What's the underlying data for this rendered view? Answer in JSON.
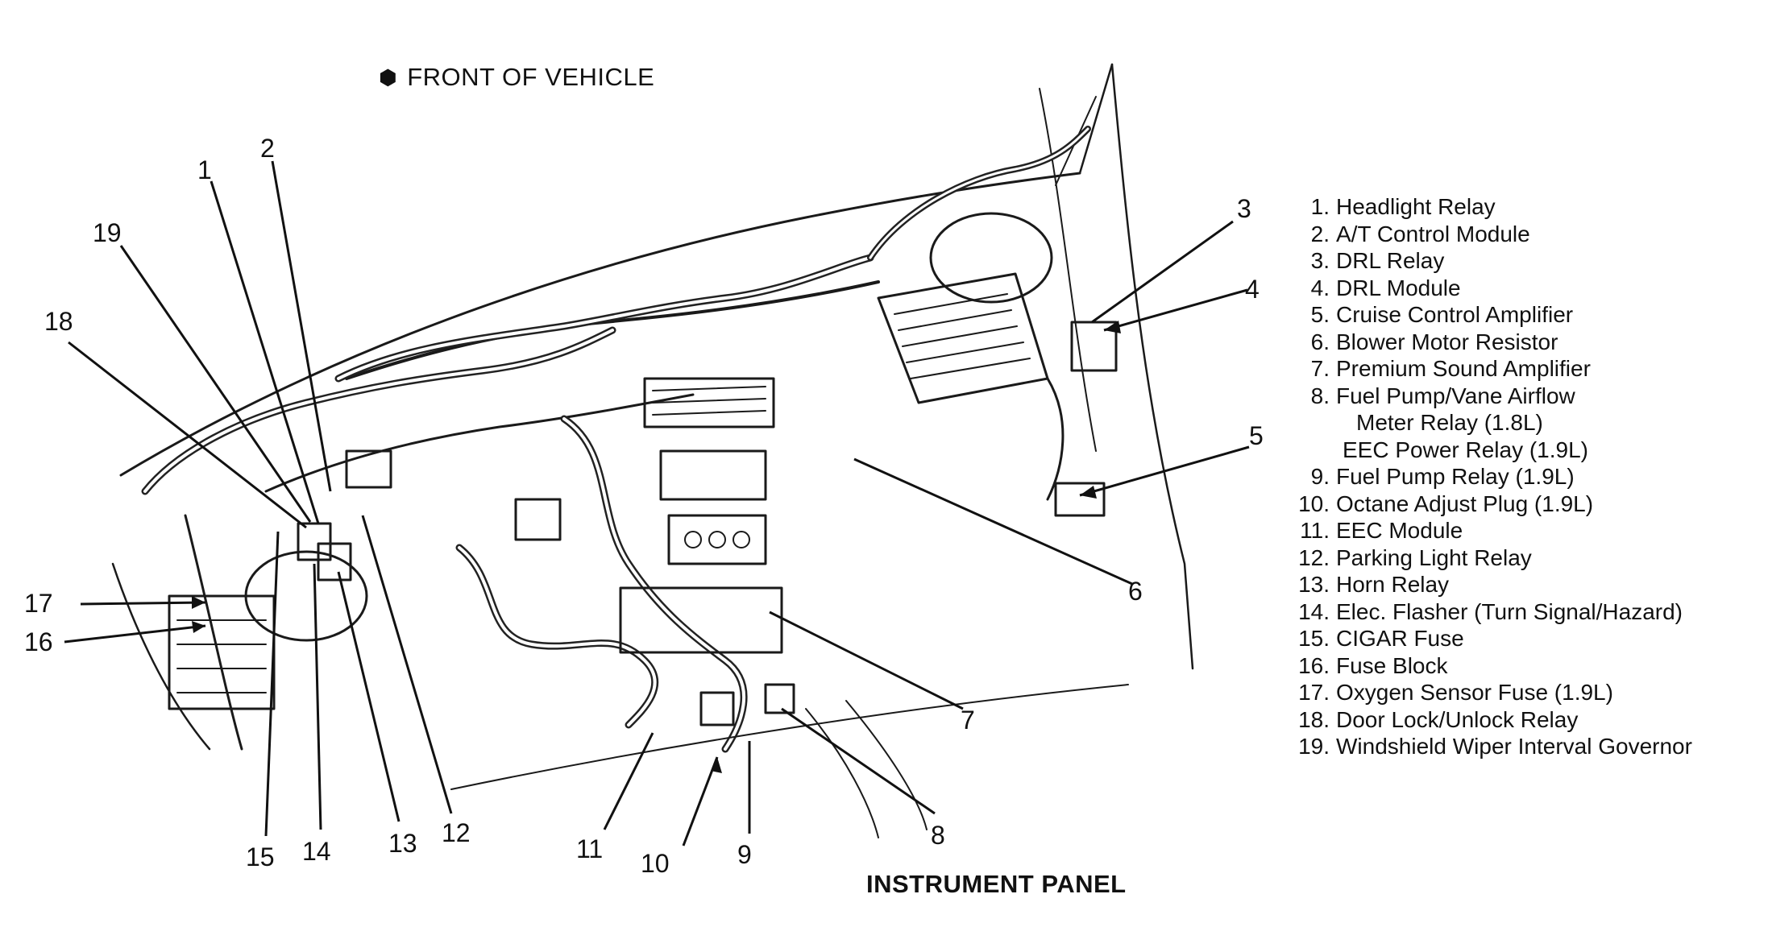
{
  "front_label": "FRONT OF VEHICLE",
  "caption": "INSTRUMENT PANEL",
  "legend": [
    {
      "num": "1.",
      "text": "Headlight Relay"
    },
    {
      "num": "2.",
      "text": "A/T Control Module"
    },
    {
      "num": "3.",
      "text": "DRL Relay"
    },
    {
      "num": "4.",
      "text": "DRL Module"
    },
    {
      "num": "5.",
      "text": "Cruise Control Amplifier"
    },
    {
      "num": "6.",
      "text": "Blower Motor Resistor"
    },
    {
      "num": "7.",
      "text": "Premium Sound Amplifier"
    },
    {
      "num": "8.",
      "text": "Fuel Pump/Vane Airflow"
    },
    {
      "num": "",
      "text": "Meter Relay (1.8L)"
    },
    {
      "num": "",
      "text": "EEC Power Relay (1.9L)"
    },
    {
      "num": "9.",
      "text": "Fuel Pump Relay (1.9L)"
    },
    {
      "num": "10.",
      "text": "Octane Adjust Plug (1.9L)"
    },
    {
      "num": "11.",
      "text": "EEC Module"
    },
    {
      "num": "12.",
      "text": "Parking Light Relay"
    },
    {
      "num": "13.",
      "text": "Horn Relay"
    },
    {
      "num": "14.",
      "text": "Elec. Flasher (Turn Signal/Hazard)"
    },
    {
      "num": "15.",
      "text": "CIGAR Fuse"
    },
    {
      "num": "16.",
      "text": "Fuse Block"
    },
    {
      "num": "17.",
      "text": "Oxygen Sensor Fuse (1.9L)"
    },
    {
      "num": "18.",
      "text": "Door Lock/Unlock Relay"
    },
    {
      "num": "19.",
      "text": "Windshield Wiper Interval Governor"
    }
  ],
  "callouts": [
    "1",
    "2",
    "3",
    "4",
    "5",
    "6",
    "7",
    "8",
    "9",
    "10",
    "11",
    "12",
    "13",
    "14",
    "15",
    "16",
    "17",
    "18",
    "19"
  ]
}
